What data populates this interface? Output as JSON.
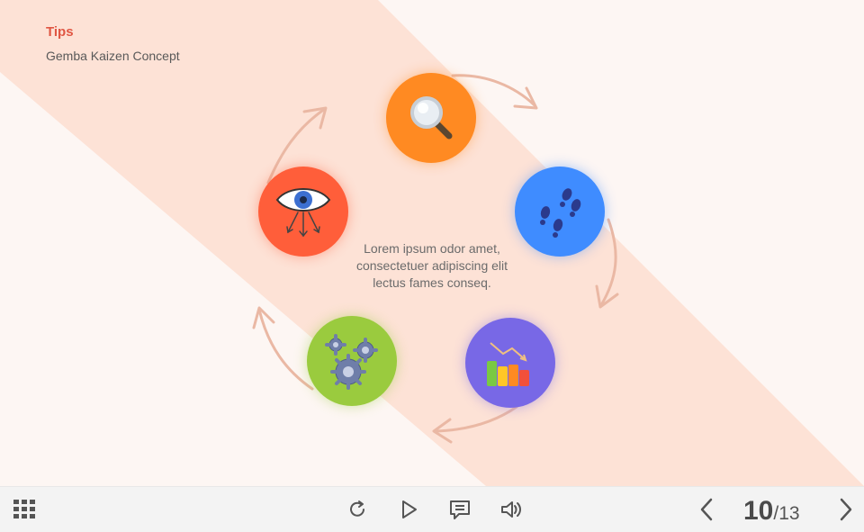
{
  "header": {
    "title": "Tips",
    "subtitle": "Gemba Kaizen Concept"
  },
  "center_text": {
    "line1": "Lorem ipsum odor amet,",
    "line2": "consectetuer adipiscing elit",
    "line3": "lectus fames conseq."
  },
  "cycle": [
    {
      "icon": "magnifier-icon",
      "color": "#ff8a22"
    },
    {
      "icon": "footprints-icon",
      "color": "#3f8cff"
    },
    {
      "icon": "bar-chart-icon",
      "color": "#7868e6"
    },
    {
      "icon": "gears-icon",
      "color": "#9acb3e"
    },
    {
      "icon": "eye-icon",
      "color": "#ff5e3a"
    }
  ],
  "colors": {
    "accent": "#e05643",
    "band": "#fde2d6",
    "arrow": "#eab8a4",
    "toolbar_bg": "#f3f3f3"
  },
  "toolbar": {
    "menu_icon": "grid-menu-icon",
    "replay_icon": "replay-icon",
    "play_icon": "play-icon",
    "notes_icon": "notes-icon",
    "volume_icon": "volume-icon",
    "prev_icon": "chevron-left-icon",
    "next_icon": "chevron-right-icon",
    "page_current": "10",
    "page_separator": "/",
    "page_total": "13"
  }
}
